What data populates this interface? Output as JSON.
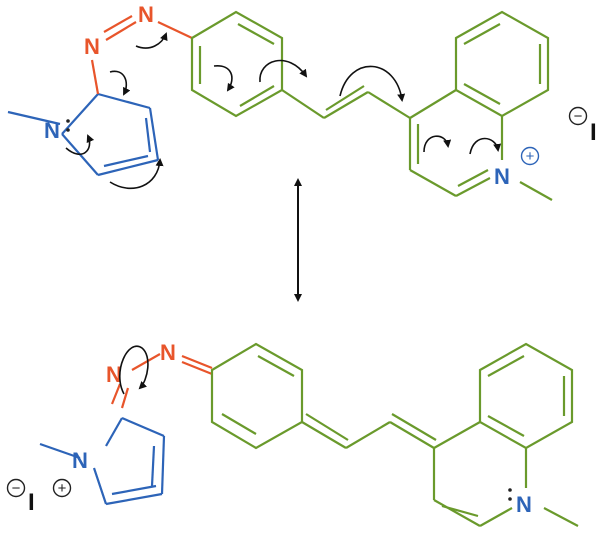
{
  "colors": {
    "pyrrole": "#2d64b8",
    "azo": "#e8552b",
    "styryl": "#6a9a2c",
    "bond": "#222222",
    "arrow": "#111111"
  },
  "top": {
    "azo_n1": "N",
    "azo_n2": "N",
    "pyrrole_n": "N",
    "quin_n": "N",
    "quin_charge": "+",
    "counterion_charge": "−",
    "counterion": "I"
  },
  "bottom": {
    "azo_n1": "N",
    "azo_n2": "N",
    "pyrrole_n": "N",
    "pyrrole_charge": "+",
    "quin_n": "N",
    "counterion_charge": "−",
    "counterion": "I"
  },
  "icons": {
    "resonance": "double-headed-arrow-icon",
    "electron_push": "curved-arrow-icon",
    "lone_pair": "lone-pair-icon"
  }
}
